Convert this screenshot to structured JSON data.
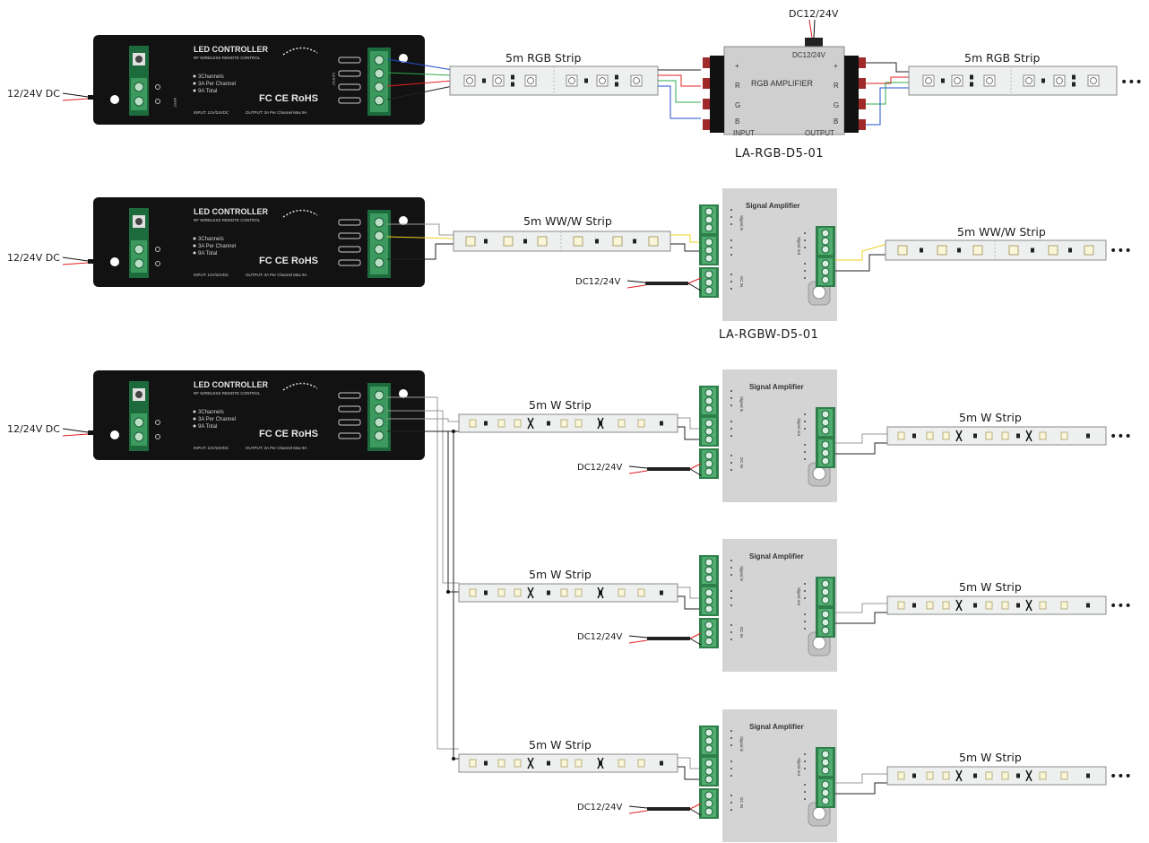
{
  "diagram": {
    "controller": {
      "title": "LED CONTROLLER",
      "subtitle": "RF WIRELESS REMOTE CONTROL",
      "specs": [
        "3Channels",
        "3A Per Channel",
        "9A Total"
      ],
      "certs": "FC CE RoHS",
      "input_text": "INPUT:  12V/24VDC",
      "output_text": "OUTPUT:  3A Per Channel  Max 9A",
      "input_side_label": "INPUT",
      "output_side_label": "OUTPUT"
    },
    "power_in_label": "12/24V DC",
    "rgb_section": {
      "strip_label": "5m RGB  Strip",
      "strip_label_right": "5m RGB  Strip",
      "amp_power_label": "DC12/24V",
      "amp_inner_power": "DC12/24V",
      "amp_title": "RGB  AMPLIFIER",
      "amp_channels": [
        "+",
        "R",
        "G",
        "B"
      ],
      "amp_input": "INPUT",
      "amp_output": "OUTPUT",
      "model": "LA-RGB-D5-01"
    },
    "ww_section": {
      "strip_label": "5m WW/W  Strip",
      "strip_label_right": "5m WW/W  Strip",
      "amp_title": "Signal  Amplifier",
      "amp_power_label": "DC12/24V",
      "model": "LA-RGBW-D5-01"
    },
    "w_sections": [
      {
        "strip_label": "5m  W  Strip",
        "strip_label_right": "5m  W  Strip",
        "amp_title": "Signal  Amplifier",
        "amp_power_label": "DC12/24V"
      },
      {
        "strip_label": "5m  W  Strip",
        "strip_label_right": "5m  W  Strip",
        "amp_title": "Signal  Amplifier",
        "amp_power_label": "DC12/24V"
      },
      {
        "strip_label": "5m  W  Strip",
        "strip_label_right": "5m  W  Strip",
        "amp_title": "Signal  Amplifier",
        "amp_power_label": "DC12/24V"
      }
    ],
    "amp_side_labels": {
      "signal_in": "Signal in",
      "signal_out": "Signal out",
      "dc_in": "DC IN"
    },
    "continuation": "•••",
    "colors": {
      "controller_body": "#121212",
      "terminal_green": "#3c9a5f",
      "amp_grey": "#d4d4d4",
      "wire_red": "#e02020",
      "wire_green": "#2fa84f",
      "wire_blue": "#2050d0",
      "wire_yellow": "#f0d020",
      "wire_dark": "#222222"
    }
  }
}
